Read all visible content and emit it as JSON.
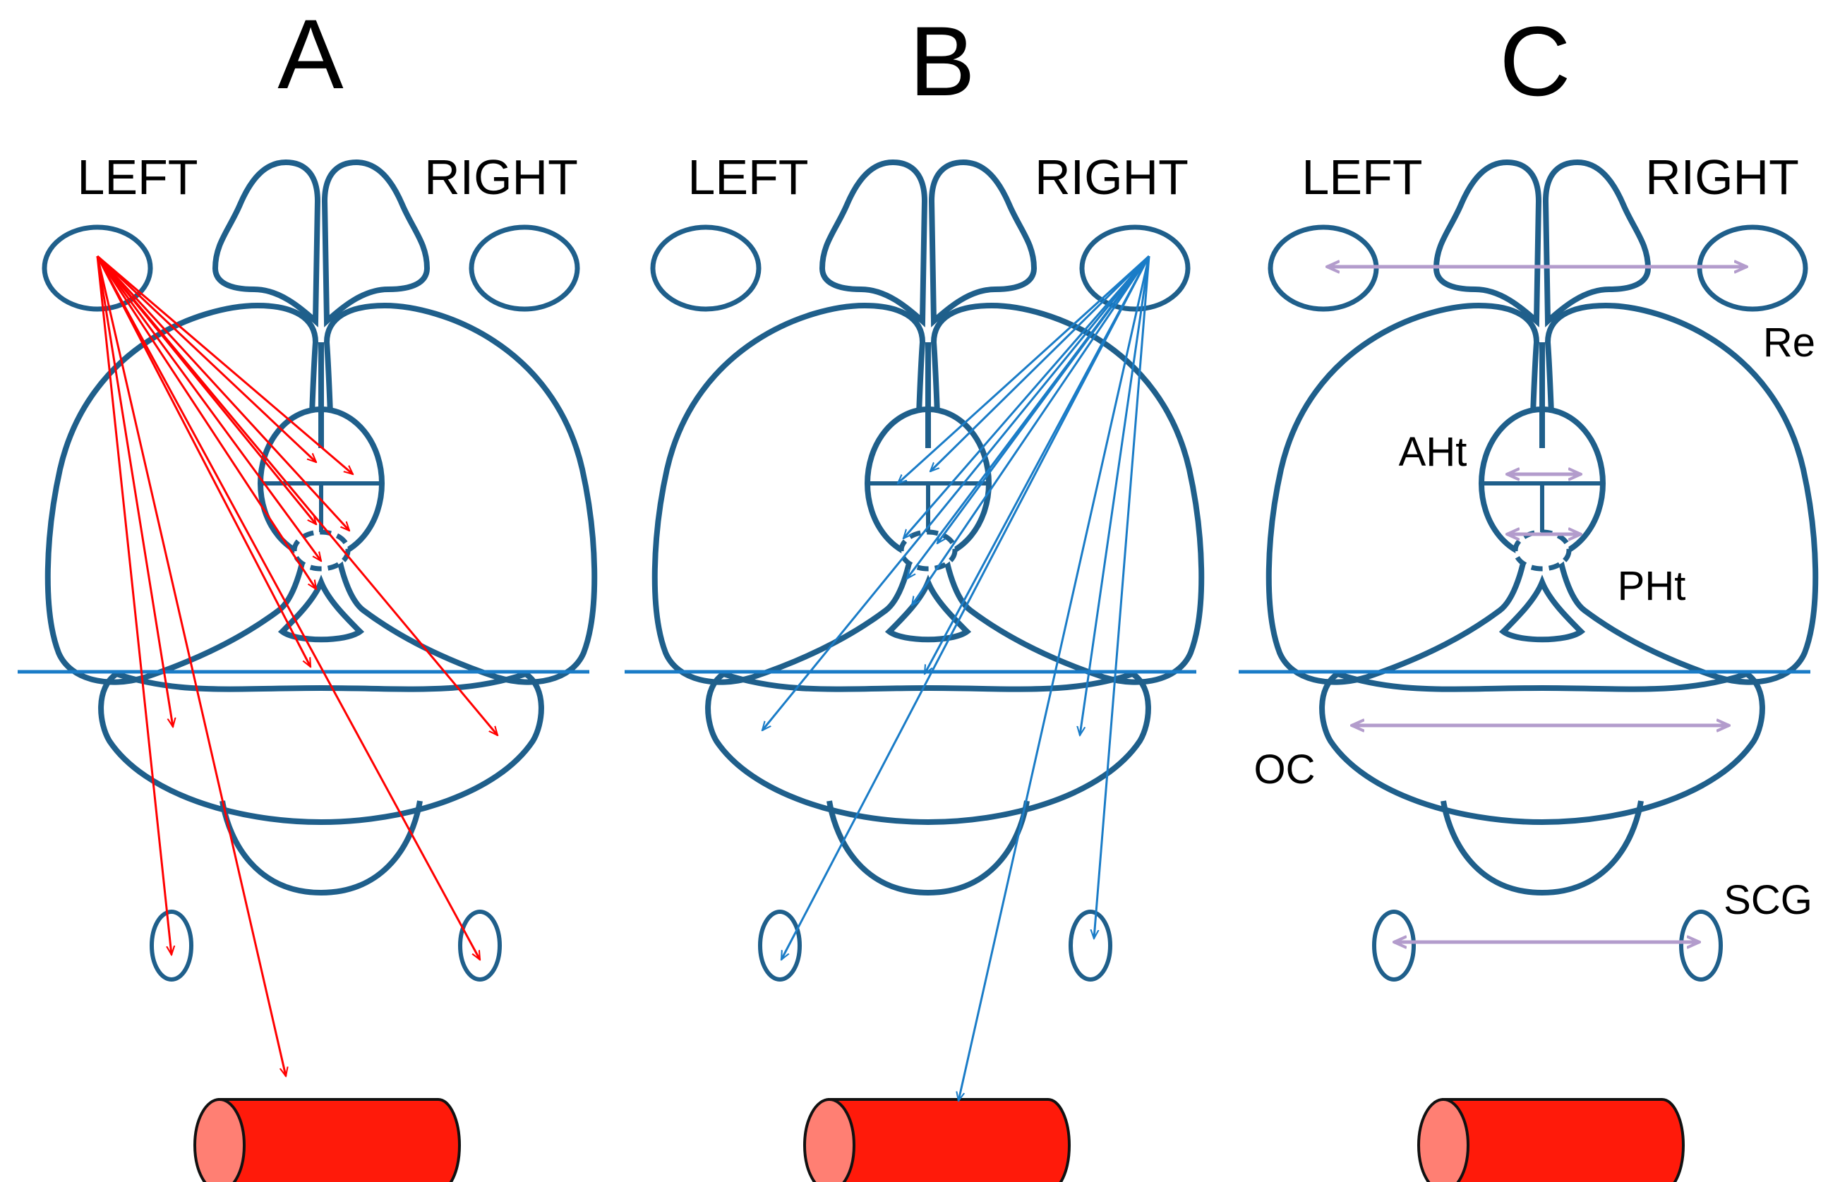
{
  "panels": [
    {
      "id": "A",
      "letter": "A",
      "left_label": "LEFT",
      "right_label": "RIGHT"
    },
    {
      "id": "B",
      "letter": "B",
      "left_label": "LEFT",
      "right_label": "RIGHT"
    },
    {
      "id": "C",
      "letter": "C",
      "left_label": "LEFT",
      "right_label": "RIGHT"
    }
  ],
  "annotations": {
    "re": "Re",
    "aht": "AHt",
    "pht": "PHt",
    "oc": "OC",
    "scg": "SCG"
  },
  "colors": {
    "outline": "#1f5f8b",
    "panel_a_arrows": "#ff0000",
    "panel_b_arrows": "#1a7cc7",
    "panel_c_arrows": "#b39ccc",
    "cylinder_body": "#ff1a0a",
    "cylinder_cap": "#ff7f73"
  }
}
